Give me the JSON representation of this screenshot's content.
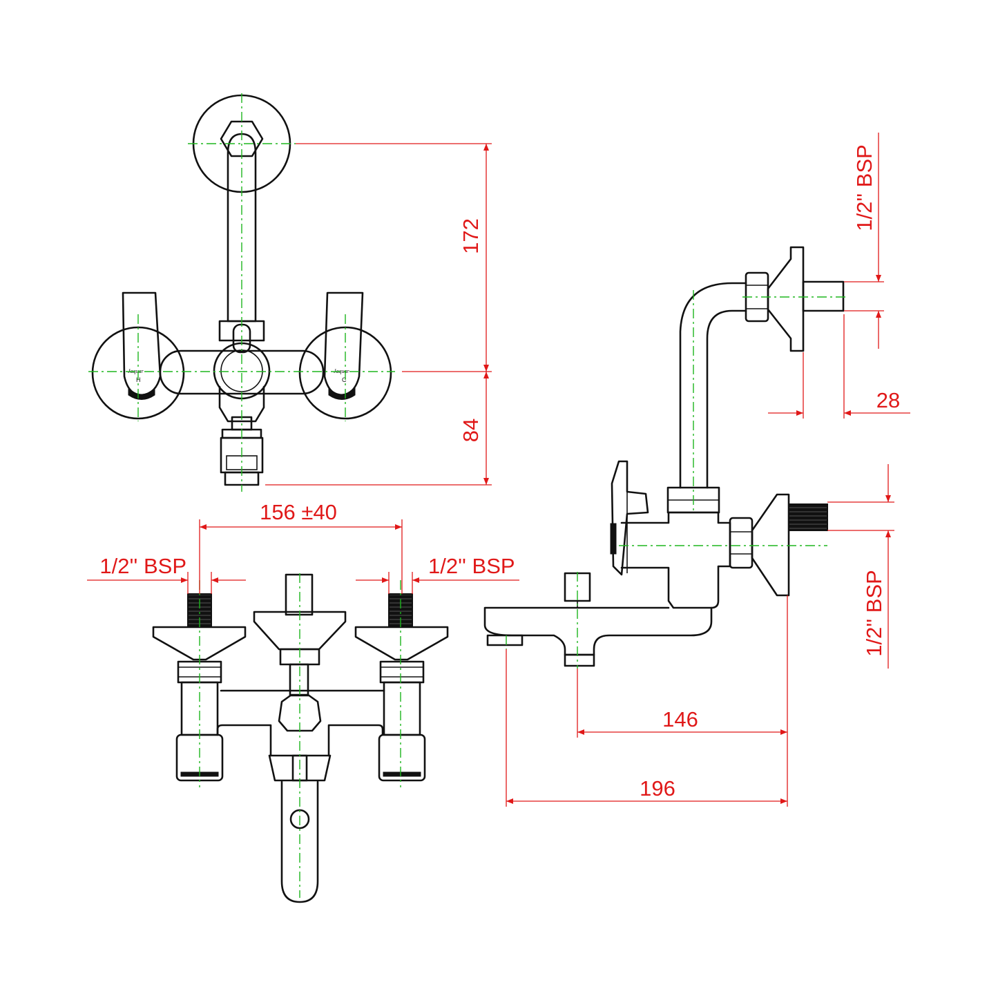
{
  "front_view": {
    "dim_height_top": "172",
    "dim_height_bottom": "84",
    "label_hot": "H",
    "label_cold": "C",
    "brand": "Jaquar"
  },
  "bottom_view": {
    "dim_centers": "156 ±40",
    "thread_left": "1/2'' BSP",
    "thread_right": "1/2'' BSP"
  },
  "side_view": {
    "thread_top": "1/2'' BSP",
    "dim_inlet": "28",
    "thread_bottom": "1/2'' BSP",
    "dim_spout_146": "146",
    "dim_spout_196": "196"
  },
  "colors": {
    "outline": "#111111",
    "centerline": "#1db51d",
    "dimension": "#e01818"
  }
}
